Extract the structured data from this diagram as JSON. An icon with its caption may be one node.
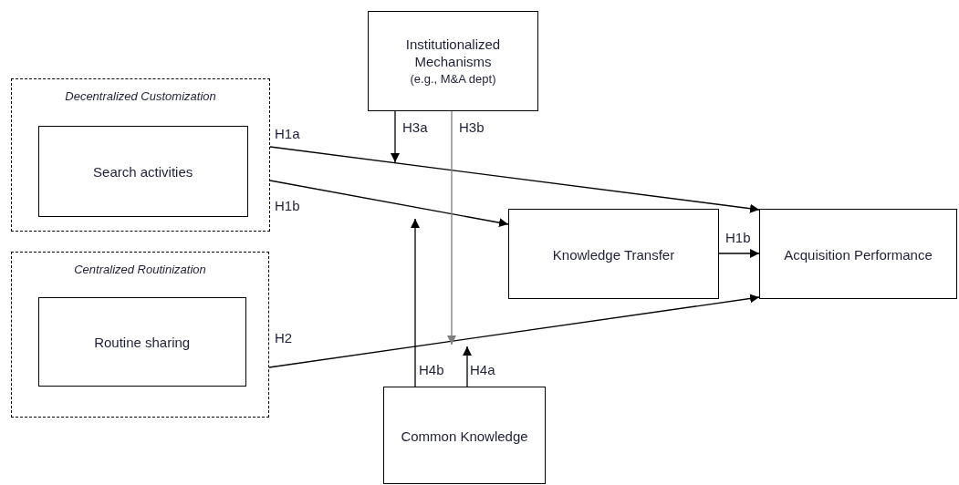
{
  "diagram": {
    "nodes": [
      {
        "text": [
          "Decentralized Customization"
        ]
      },
      {
        "text": [
          "Search activities"
        ],
        "in": 0
      },
      {
        "text": [
          "Centralized Routinization"
        ]
      },
      {
        "text": [
          "Routine sharing"
        ],
        "in": 2
      },
      {
        "text": [
          "Institutionalized Mechanisms",
          "(e.g., M&A dept)"
        ]
      },
      {
        "text": [
          "Knowledge Transfer"
        ]
      },
      {
        "text": [
          "Acquisition Performance"
        ]
      },
      {
        "text": [
          "Common Knowledge"
        ]
      }
    ],
    "edges": [
      {
        "from": 0,
        "to": 6,
        "arrow": "to",
        "label": "H1a"
      },
      {
        "from": 0,
        "to": 5,
        "arrow": "to",
        "label": "H1b"
      },
      {
        "from": 2,
        "to": 6,
        "arrow": "to",
        "label": "H2"
      },
      {
        "from": 5,
        "to": 6,
        "arrow": "to",
        "label": "H1b"
      },
      {
        "from": 4,
        "to": null,
        "arrow": "to",
        "label": "H3a"
      },
      {
        "from": 4,
        "to": null,
        "arrow": "to",
        "label": "H3b",
        "color": "#7f7f7f"
      },
      {
        "from": 7,
        "to": null,
        "arrow": "to",
        "label": "H4b"
      },
      {
        "from": 7,
        "to": null,
        "arrow": "to",
        "label": "H4a"
      }
    ]
  }
}
